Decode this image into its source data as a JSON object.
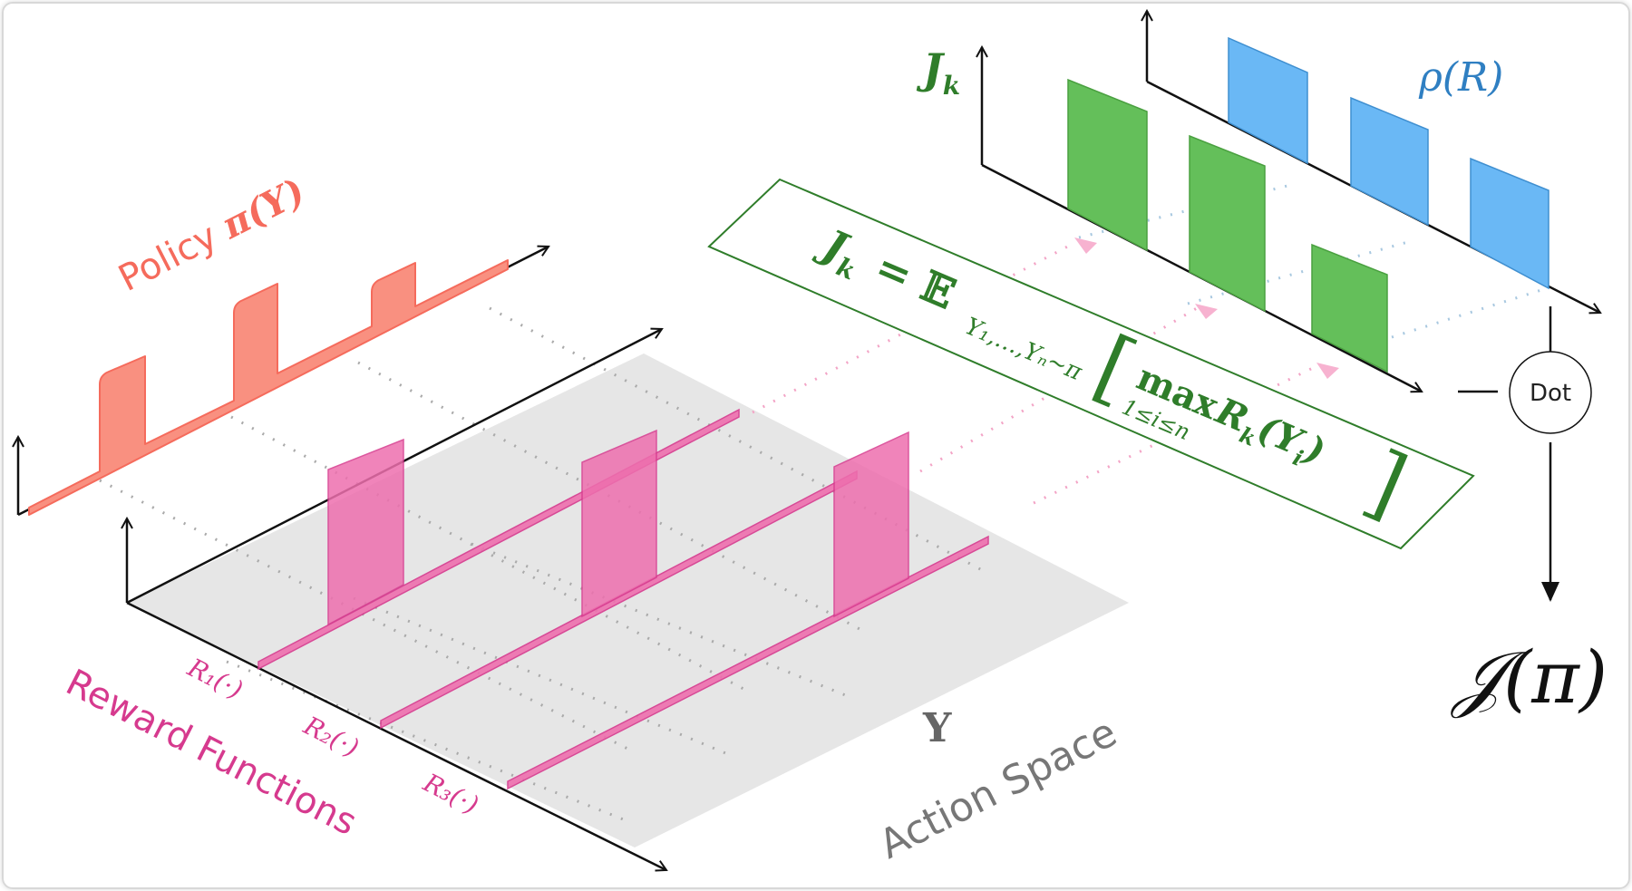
{
  "policy": {
    "label": "Policy ",
    "symbol": "π(Y)"
  },
  "rewards": {
    "label": "Reward Functions",
    "r1": "R₁(·)",
    "r2": "R₂(·)",
    "r3": "R₃(·)"
  },
  "action_space": {
    "symbol": "Y",
    "label": "Action Space"
  },
  "formula": {
    "lhs": "J",
    "lhs_sub": "k",
    "eq": "= 𝔼",
    "subscript": "Y₁,…,Yₙ~π",
    "max": "max",
    "max_sub": "1≤i≤n",
    "body": "R",
    "body_sub": "k",
    "arg": "(Y",
    "arg_sub": "i",
    "arg_close": ")"
  },
  "jk": {
    "label": "J",
    "sub": "k"
  },
  "rho": {
    "label": "ρ(R)"
  },
  "dot": {
    "label": "Dot"
  },
  "objective": {
    "label": "𝒥(π)"
  },
  "colors": {
    "policy": "#f56b5c",
    "policy_fill": "#f99080",
    "reward": "#d63a8e",
    "reward_fill": "#ee6fae",
    "green": "#2f7d2a",
    "green_fill": "#64bf5a",
    "blue": "#2f7fc2",
    "blue_fill": "#6ab8f5",
    "plane": "#e2e2e2"
  }
}
